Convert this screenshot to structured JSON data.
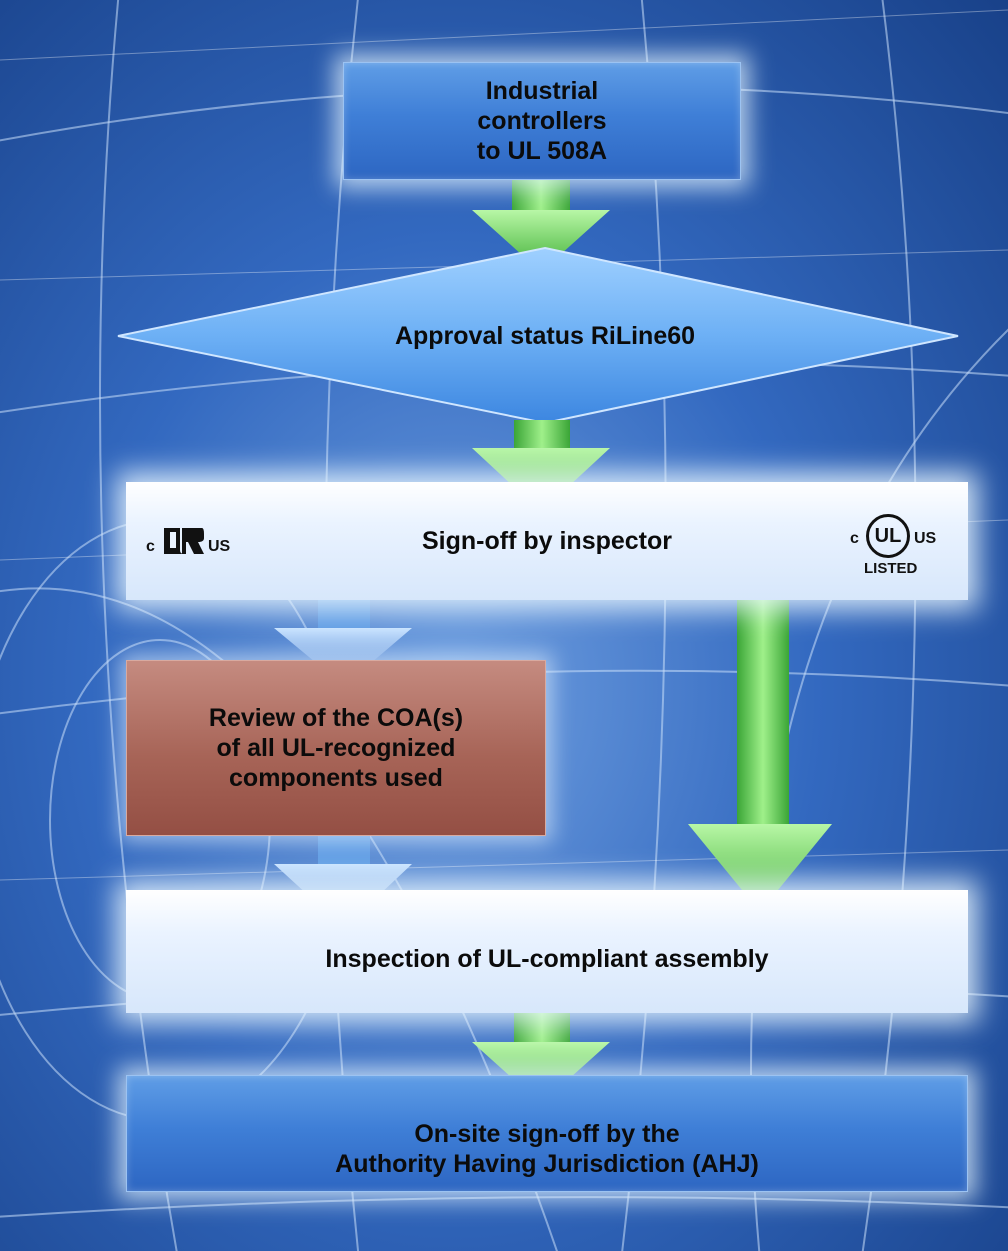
{
  "flowchart": {
    "box_industrial": "Industrial\ncontrollers\nto UL 508A",
    "diamond_approval": "Approval status RiLine60",
    "box_signoff": "Sign-off by inspector",
    "box_review": "Review of the COA(s)\nof all UL-recognized\ncomponents used",
    "box_inspection": "Inspection of UL-compliant assembly",
    "box_onsite": "On-site sign-off by the\nAuthority Having Jurisdiction (AHJ)"
  },
  "logos": {
    "recognized": {
      "c": "c",
      "us": "US",
      "glyph": "RU"
    },
    "listed": {
      "c": "c",
      "ul": "UL",
      "us": "US",
      "listed": "LISTED"
    }
  },
  "colors": {
    "background": "#1f4f9c",
    "blue_box": "#3f7fd7",
    "pale_box": "#e3eefc",
    "brown_box": "#a76457",
    "green_arrow": "#55c646",
    "blue_arrow": "#3e7fd6"
  }
}
